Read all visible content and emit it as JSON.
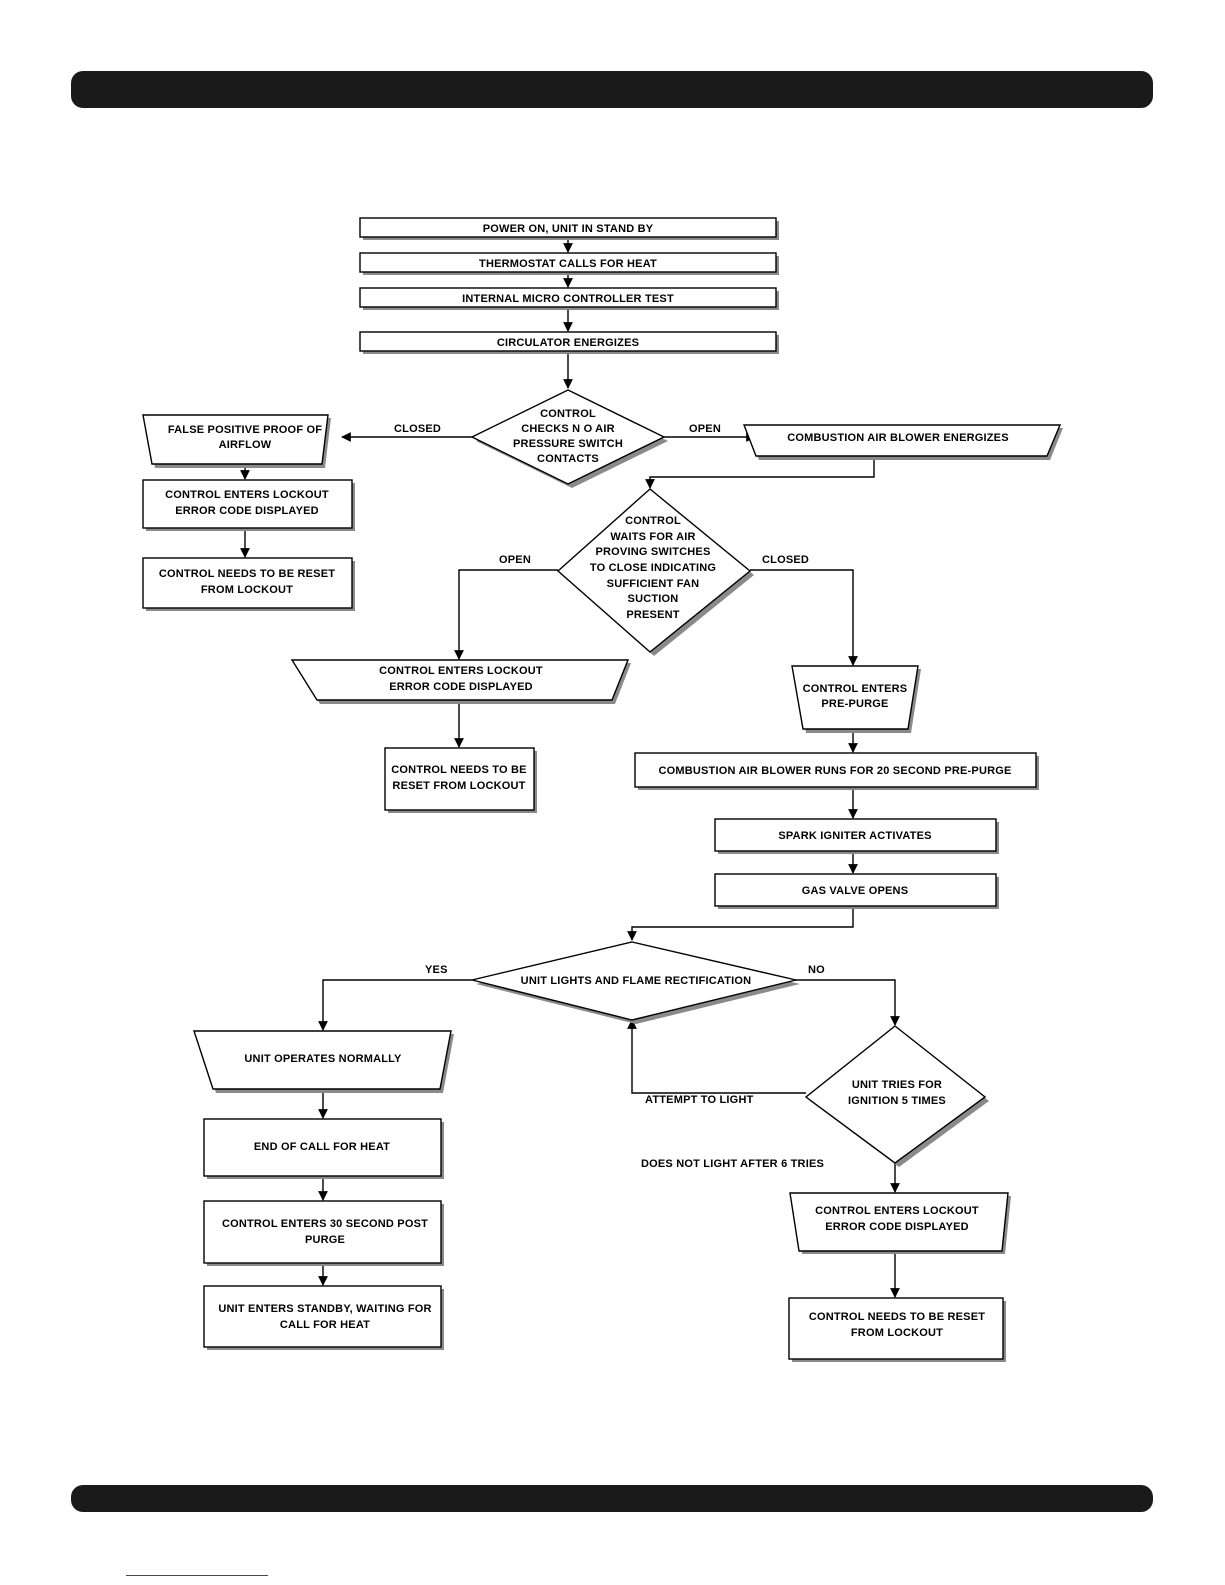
{
  "nodes": {
    "power_on": "POWER ON, UNIT IN STAND BY",
    "thermostat": "THERMOSTAT CALLS FOR HEAT",
    "micro_test": "INTERNAL MICRO CONTROLLER TEST",
    "circulator": "CIRCULATOR ENERGIZES",
    "check_switch": [
      "CONTROL",
      "CHECKS N O AIR",
      "PRESSURE SWITCH",
      "CONTACTS"
    ],
    "false_positive": [
      "FALSE POSITIVE PROOF OF",
      "AIRFLOW"
    ],
    "lockout_1": [
      "CONTROL ENTERS LOCKOUT",
      "ERROR CODE DISPLAYED"
    ],
    "reset_1": [
      "CONTROL NEEDS TO BE RESET",
      "FROM LOCKOUT"
    ],
    "blower_energizes": "COMBUSTION AIR BLOWER ENERGIZES",
    "wait_switches": [
      "CONTROL",
      "WAITS FOR AIR",
      "PROVING SWITCHES",
      "TO CLOSE INDICATING",
      "SUFFICIENT FAN",
      "SUCTION",
      "PRESENT"
    ],
    "lockout_2": [
      "CONTROL ENTERS LOCKOUT",
      "ERROR CODE DISPLAYED"
    ],
    "reset_2": [
      "CONTROL NEEDS TO BE",
      "RESET FROM LOCKOUT"
    ],
    "pre_purge": [
      "CONTROL ENTERS",
      "PRE-PURGE"
    ],
    "blower_runs": "COMBUSTION AIR BLOWER RUNS FOR 20 SECOND PRE-PURGE",
    "spark": "SPARK IGNITER ACTIVATES",
    "gas_valve": "GAS VALVE OPENS",
    "lights": "UNIT LIGHTS AND FLAME RECTIFICATION",
    "operates": "UNIT OPERATES NORMALLY",
    "end_call": "END OF CALL FOR HEAT",
    "post_purge": [
      "CONTROL ENTERS 30 SECOND POST",
      "PURGE"
    ],
    "standby": [
      "UNIT ENTERS STANDBY, WAITING FOR",
      "CALL FOR HEAT"
    ],
    "tries": [
      "UNIT TRIES FOR",
      "IGNITION 5 TIMES"
    ],
    "lockout_3": [
      "CONTROL ENTERS LOCKOUT",
      "ERROR CODE DISPLAYED"
    ],
    "reset_3": [
      "CONTROL NEEDS TO BE RESET",
      "FROM LOCKOUT"
    ]
  },
  "labels": {
    "closed_1": "CLOSED",
    "open_1": "OPEN",
    "open_2": "OPEN",
    "closed_2": "CLOSED",
    "yes": "YES",
    "no": "NO",
    "attempt": "ATTEMPT TO LIGHT",
    "not_light": "DOES NOT LIGHT AFTER 6 TRIES"
  }
}
